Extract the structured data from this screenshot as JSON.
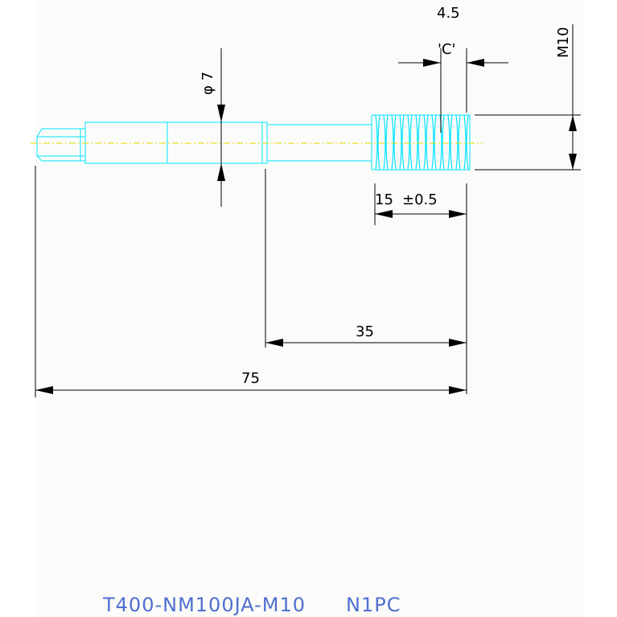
{
  "drawing": {
    "background": "#fbfcf9",
    "part_color": "#00e5ff",
    "centerline_color": "#e6d800",
    "dimension_color": "#000000",
    "title_color": "#4f6fd0"
  },
  "dimensions": {
    "thread_pitch": "4.5",
    "thread_label": "'C'",
    "thread_size": "M10",
    "shaft_diameter": "φ 7",
    "thread_length": "15",
    "thread_tolerance": "±0.5",
    "mid_length": "35",
    "overall_length": "75"
  },
  "title_block": {
    "part_number": "T400-NM100JA-M10",
    "quantity": "N1PC"
  }
}
